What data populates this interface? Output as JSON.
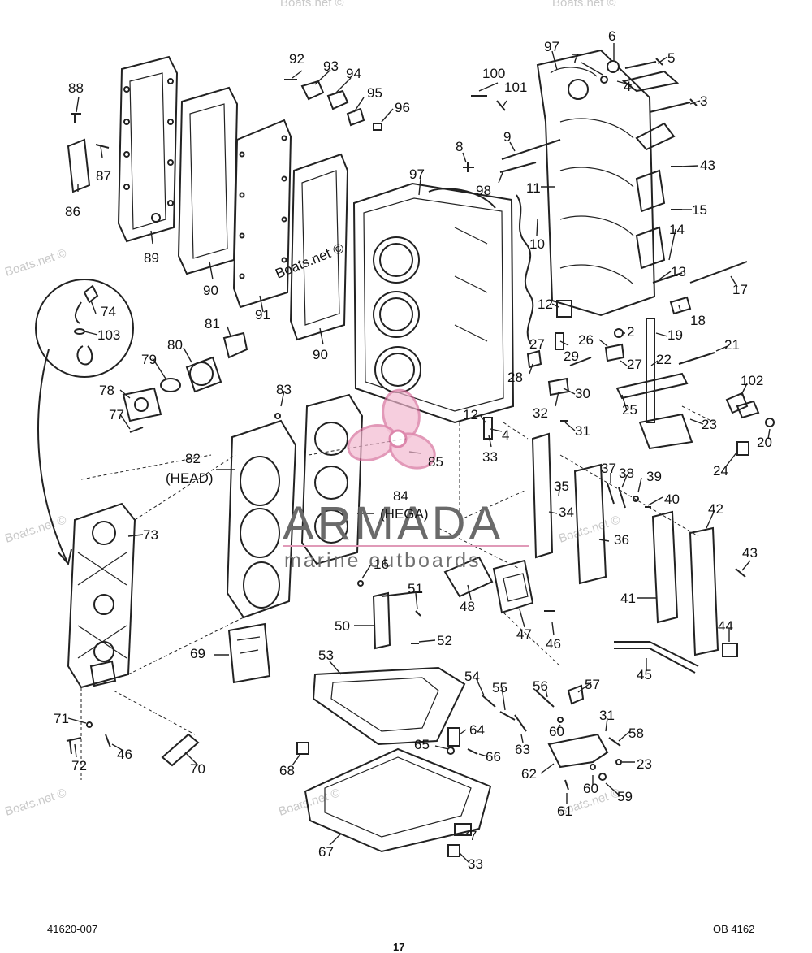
{
  "figure": {
    "left_code": "41620-007",
    "right_code": "OB 4162",
    "page_number": "17"
  },
  "watermarks": {
    "site": "Boats.net ©",
    "brand": "ARMADA",
    "brand_tagline": "marine outboards"
  },
  "callouts": [
    {
      "id": "c92",
      "label": "92"
    },
    {
      "id": "c93",
      "label": "93"
    },
    {
      "id": "c94",
      "label": "94"
    },
    {
      "id": "c95",
      "label": "95"
    },
    {
      "id": "c96",
      "label": "96"
    },
    {
      "id": "c88",
      "label": "88"
    },
    {
      "id": "c87",
      "label": "87"
    },
    {
      "id": "c86",
      "label": "86"
    },
    {
      "id": "c89",
      "label": "89"
    },
    {
      "id": "c90a",
      "label": "90"
    },
    {
      "id": "c91",
      "label": "91"
    },
    {
      "id": "c90b",
      "label": "90"
    },
    {
      "id": "c97a",
      "label": "97"
    },
    {
      "id": "c97b",
      "label": "97"
    },
    {
      "id": "c6",
      "label": "6"
    },
    {
      "id": "c7a",
      "label": "7"
    },
    {
      "id": "c5",
      "label": "5"
    },
    {
      "id": "c4a",
      "label": "4"
    },
    {
      "id": "c3",
      "label": "3"
    },
    {
      "id": "c100",
      "label": "100"
    },
    {
      "id": "c101",
      "label": "101"
    },
    {
      "id": "c9",
      "label": "9"
    },
    {
      "id": "c8",
      "label": "8"
    },
    {
      "id": "c98",
      "label": "98"
    },
    {
      "id": "c11",
      "label": "11"
    },
    {
      "id": "c43a",
      "label": "43"
    },
    {
      "id": "c15",
      "label": "15"
    },
    {
      "id": "c14",
      "label": "14"
    },
    {
      "id": "c10",
      "label": "10"
    },
    {
      "id": "c13",
      "label": "13"
    },
    {
      "id": "c17",
      "label": "17"
    },
    {
      "id": "c18",
      "label": "18"
    },
    {
      "id": "c12a",
      "label": "12"
    },
    {
      "id": "c2",
      "label": "2"
    },
    {
      "id": "c19",
      "label": "19"
    },
    {
      "id": "c26",
      "label": "26"
    },
    {
      "id": "c27a",
      "label": "27"
    },
    {
      "id": "c27b",
      "label": "27"
    },
    {
      "id": "c29",
      "label": "29"
    },
    {
      "id": "c22",
      "label": "22"
    },
    {
      "id": "c21",
      "label": "21"
    },
    {
      "id": "c28",
      "label": "28"
    },
    {
      "id": "c30",
      "label": "30"
    },
    {
      "id": "c32",
      "label": "32"
    },
    {
      "id": "c25",
      "label": "25"
    },
    {
      "id": "c102",
      "label": "102"
    },
    {
      "id": "c12b",
      "label": "12"
    },
    {
      "id": "c4b",
      "label": "4"
    },
    {
      "id": "c33a",
      "label": "33"
    },
    {
      "id": "c31a",
      "label": "31"
    },
    {
      "id": "c23a",
      "label": "23"
    },
    {
      "id": "c20",
      "label": "20"
    },
    {
      "id": "c24",
      "label": "24"
    },
    {
      "id": "c74",
      "label": "74"
    },
    {
      "id": "c103",
      "label": "103"
    },
    {
      "id": "c81",
      "label": "81"
    },
    {
      "id": "c80",
      "label": "80"
    },
    {
      "id": "c79",
      "label": "79"
    },
    {
      "id": "c78",
      "label": "78"
    },
    {
      "id": "c77",
      "label": "77"
    },
    {
      "id": "c83",
      "label": "83"
    },
    {
      "id": "c82",
      "label": "82"
    },
    {
      "id": "c82h",
      "label": "(HEAD)"
    },
    {
      "id": "c85",
      "label": "85"
    },
    {
      "id": "c84",
      "label": "84"
    },
    {
      "id": "c84h",
      "label": "(HEGA)"
    },
    {
      "id": "c35",
      "label": "35"
    },
    {
      "id": "c37",
      "label": "37"
    },
    {
      "id": "c38",
      "label": "38"
    },
    {
      "id": "c39",
      "label": "39"
    },
    {
      "id": "c40",
      "label": "40"
    },
    {
      "id": "c34",
      "label": "34"
    },
    {
      "id": "c36",
      "label": "36"
    },
    {
      "id": "c42",
      "label": "42"
    },
    {
      "id": "c43b",
      "label": "43"
    },
    {
      "id": "c41",
      "label": "41"
    },
    {
      "id": "c44",
      "label": "44"
    },
    {
      "id": "c45",
      "label": "45"
    },
    {
      "id": "c73",
      "label": "73"
    },
    {
      "id": "c16",
      "label": "16"
    },
    {
      "id": "c51",
      "label": "51"
    },
    {
      "id": "c50",
      "label": "50"
    },
    {
      "id": "c52",
      "label": "52"
    },
    {
      "id": "c48",
      "label": "48"
    },
    {
      "id": "c47",
      "label": "47"
    },
    {
      "id": "c46a",
      "label": "46"
    },
    {
      "id": "c69",
      "label": "69"
    },
    {
      "id": "c53",
      "label": "53"
    },
    {
      "id": "c54",
      "label": "54"
    },
    {
      "id": "c55",
      "label": "55"
    },
    {
      "id": "c56",
      "label": "56"
    },
    {
      "id": "c57",
      "label": "57"
    },
    {
      "id": "c31b",
      "label": "31"
    },
    {
      "id": "c60a",
      "label": "60"
    },
    {
      "id": "c58",
      "label": "58"
    },
    {
      "id": "c63",
      "label": "63"
    },
    {
      "id": "c64",
      "label": "64"
    },
    {
      "id": "c65",
      "label": "65"
    },
    {
      "id": "c66",
      "label": "66"
    },
    {
      "id": "c23b",
      "label": "23"
    },
    {
      "id": "c62",
      "label": "62"
    },
    {
      "id": "c60b",
      "label": "60"
    },
    {
      "id": "c59",
      "label": "59"
    },
    {
      "id": "c61",
      "label": "61"
    },
    {
      "id": "c71",
      "label": "71"
    },
    {
      "id": "c72",
      "label": "72"
    },
    {
      "id": "c46b",
      "label": "46"
    },
    {
      "id": "c70",
      "label": "70"
    },
    {
      "id": "c68",
      "label": "68"
    },
    {
      "id": "c7b",
      "label": "7"
    },
    {
      "id": "c67",
      "label": "67"
    },
    {
      "id": "c33b",
      "label": "33"
    }
  ]
}
